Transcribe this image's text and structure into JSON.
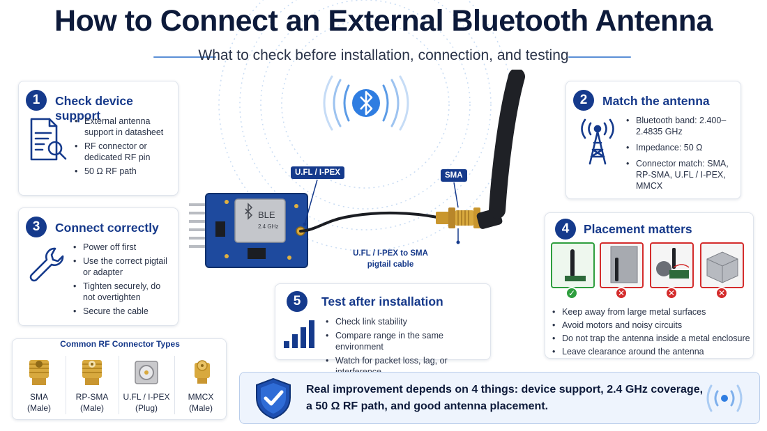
{
  "header": {
    "title": "How to Connect an External Bluetooth Antenna",
    "subtitle": "What to check before installation, connection, and testing"
  },
  "steps": [
    {
      "number": "1",
      "title": "Check device support",
      "icon": "document-search-icon",
      "items": [
        "External antenna support in datasheet",
        "RF connector or dedicated RF pin",
        "50 Ω RF path"
      ]
    },
    {
      "number": "2",
      "title": "Match the antenna",
      "icon": "antenna-tower-icon",
      "items": [
        "Bluetooth band: 2.400–2.4835 GHz",
        "Impedance: 50 Ω",
        "Connector match: SMA, RP-SMA, U.FL / I-PEX, MMCX"
      ]
    },
    {
      "number": "3",
      "title": "Connect correctly",
      "icon": "wrench-icon",
      "items": [
        "Power off first",
        "Use the correct pigtail or adapter",
        "Tighten securely, do not overtighten",
        "Secure the cable"
      ]
    },
    {
      "number": "4",
      "title": "Placement matters",
      "items": [
        "Keep away from large metal surfaces",
        "Avoid motors and noisy circuits",
        "Do not trap the antenna inside a metal enclosure",
        "Leave clearance around the antenna"
      ],
      "examples": [
        {
          "result": "good",
          "icon": "check-icon"
        },
        {
          "result": "bad",
          "icon": "cross-icon"
        },
        {
          "result": "bad",
          "icon": "cross-icon"
        },
        {
          "result": "bad",
          "icon": "cross-icon"
        }
      ]
    },
    {
      "number": "5",
      "title": "Test after installation",
      "icon": "signal-bars-icon",
      "items": [
        "Check link stability",
        "Compare range in the same environment",
        "Watch for packet loss, lag, or interference"
      ]
    }
  ],
  "illustration": {
    "module_label": "BLE",
    "module_freq": "2.4 GHz",
    "ufl_tag": "U.FL / I-PEX",
    "sma_tag": "SMA",
    "cable_caption": "U.FL / I-PEX to SMA pigtail cable"
  },
  "connectors": {
    "title": "Common RF Connector Types",
    "items": [
      {
        "name": "SMA",
        "gender": "(Male)"
      },
      {
        "name": "RP-SMA",
        "gender": "(Male)"
      },
      {
        "name": "U.FL / I-PEX",
        "gender": "(Plug)"
      },
      {
        "name": "MMCX",
        "gender": "(Male)"
      }
    ]
  },
  "summary": {
    "line1": "Real improvement depends on 4 things: device support, 2.4 GHz coverage,",
    "line2": "a 50 Ω RF path, and good antenna placement."
  },
  "colors": {
    "navy": "#153a8c",
    "good": "#2e9e3e",
    "bad": "#d42c2c",
    "accent_blue": "#2f7de1"
  }
}
